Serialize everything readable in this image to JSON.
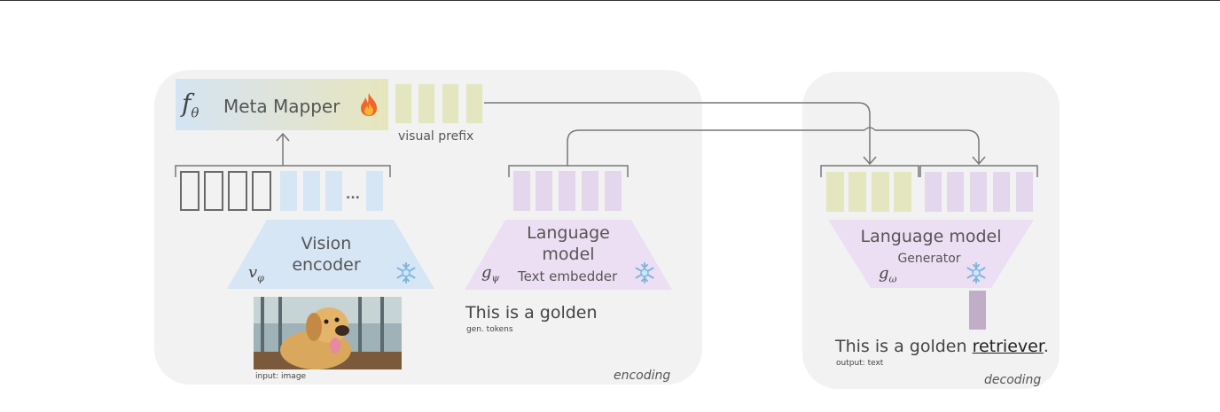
{
  "meta_mapper": {
    "symbol": "f",
    "subscript": "θ",
    "label": "Meta Mapper",
    "flame_icon": "fire-icon"
  },
  "visual_prefix_label": "visual prefix",
  "vision_encoder": {
    "label_line1": "Vision",
    "label_line2": "encoder",
    "symbol": "v",
    "subscript": "φ",
    "frozen_icon": "snowflake-icon",
    "ellipsis": "..."
  },
  "language_embedder": {
    "label_line1": "Language",
    "label_line2": "model",
    "sublabel": "Text embedder",
    "symbol": "g",
    "subscript": "ψ",
    "frozen_icon": "snowflake-icon"
  },
  "generator": {
    "label": "Language model",
    "sublabel": "Generator",
    "symbol": "g",
    "subscript": "ω",
    "frozen_icon": "snowflake-icon"
  },
  "input_caption": "input: image",
  "gen_text": "This is a golden",
  "gen_tokens_caption": "gen. tokens",
  "output_text_prefix": "This is a golden",
  "output_text_word": "retriever",
  "output_text_suffix": ".",
  "output_caption": "output: text",
  "encoding_label": "encoding",
  "decoding_label": "decoding",
  "colors": {
    "prefix_token": "#e3e6be",
    "visual_token": "#d6e6f5",
    "text_token": "#e4d6ec",
    "panel": "#f2f2f2"
  }
}
